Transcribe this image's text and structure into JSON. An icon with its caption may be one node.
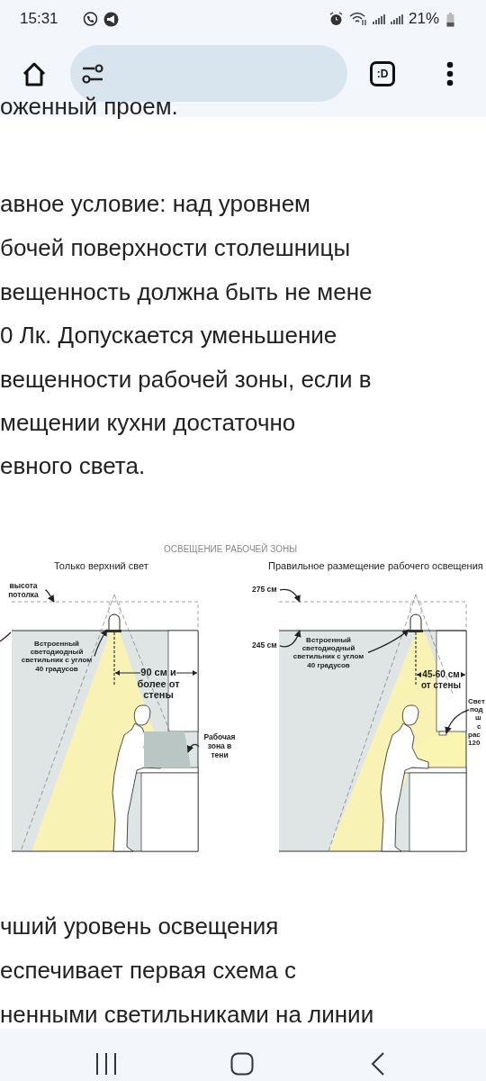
{
  "diagram": {
    "title": "ОСВЕЩЕНИЕ РАБОЧЕЙ ЗОНЫ",
    "nodes": [
      {
        "text": [
          "высота потолка"
        ]
      },
      {
        "text": [
          "Встроенный светодиодный светильник с углом 40 градусов"
        ]
      },
      {
        "text": [
          "Рабочая зона в тени"
        ]
      },
      {
        "text": [
          "275 см"
        ]
      },
      {
        "text": [
          "245 см"
        ]
      },
      {
        "text": [
          "Встроенный светодиодный светильник с углом 40 градусов"
        ]
      },
      {
        "text": [
          "Свет",
          "под",
          "ш",
          "с",
          "рас",
          "120"
        ]
      },
      {
        "text": [],
        "shape": "line"
      },
      {
        "text": [],
        "shape": "lamp"
      },
      {
        "text": [],
        "shape": "area"
      },
      {
        "text": [],
        "shape": "line"
      },
      {
        "text": [],
        "shape": "line"
      },
      {
        "text": [],
        "shape": "lamp"
      },
      {
        "text": [],
        "shape": "lamp"
      }
    ],
    "edges": [
      {
        "from": 0,
        "to": 7,
        "arrow": "to"
      },
      {
        "from": 1,
        "to": 8,
        "arrow": "to"
      },
      {
        "from": 2,
        "to": 9,
        "arrow": "to"
      },
      {
        "from": 3,
        "to": 10,
        "arrow": "to"
      },
      {
        "from": 4,
        "to": 11,
        "arrow": "to"
      },
      {
        "from": 5,
        "to": 12,
        "arrow": "to"
      },
      {
        "from": 6,
        "to": 13,
        "arrow": "to"
      }
    ],
    "labels": [
      "15:31",
      "21%",
      ":D",
      "оженный проем.",
      "авное условие: над уровнем",
      "бочей поверхности столешницы",
      "вещенность должна быть не мене",
      "0 Лк. Допускается уменьшение",
      "вещенности рабочей зоны, если в",
      "мещении кухни достаточно",
      "евного света.",
      "Только верхний свет",
      "Правильное размещение рабочего освещения",
      "90 см и более от стены",
      "45-60 см от стены",
      "чший уровень освещения",
      "еспечивает первая схема с",
      "ненными светильниками на линии"
    ]
  }
}
